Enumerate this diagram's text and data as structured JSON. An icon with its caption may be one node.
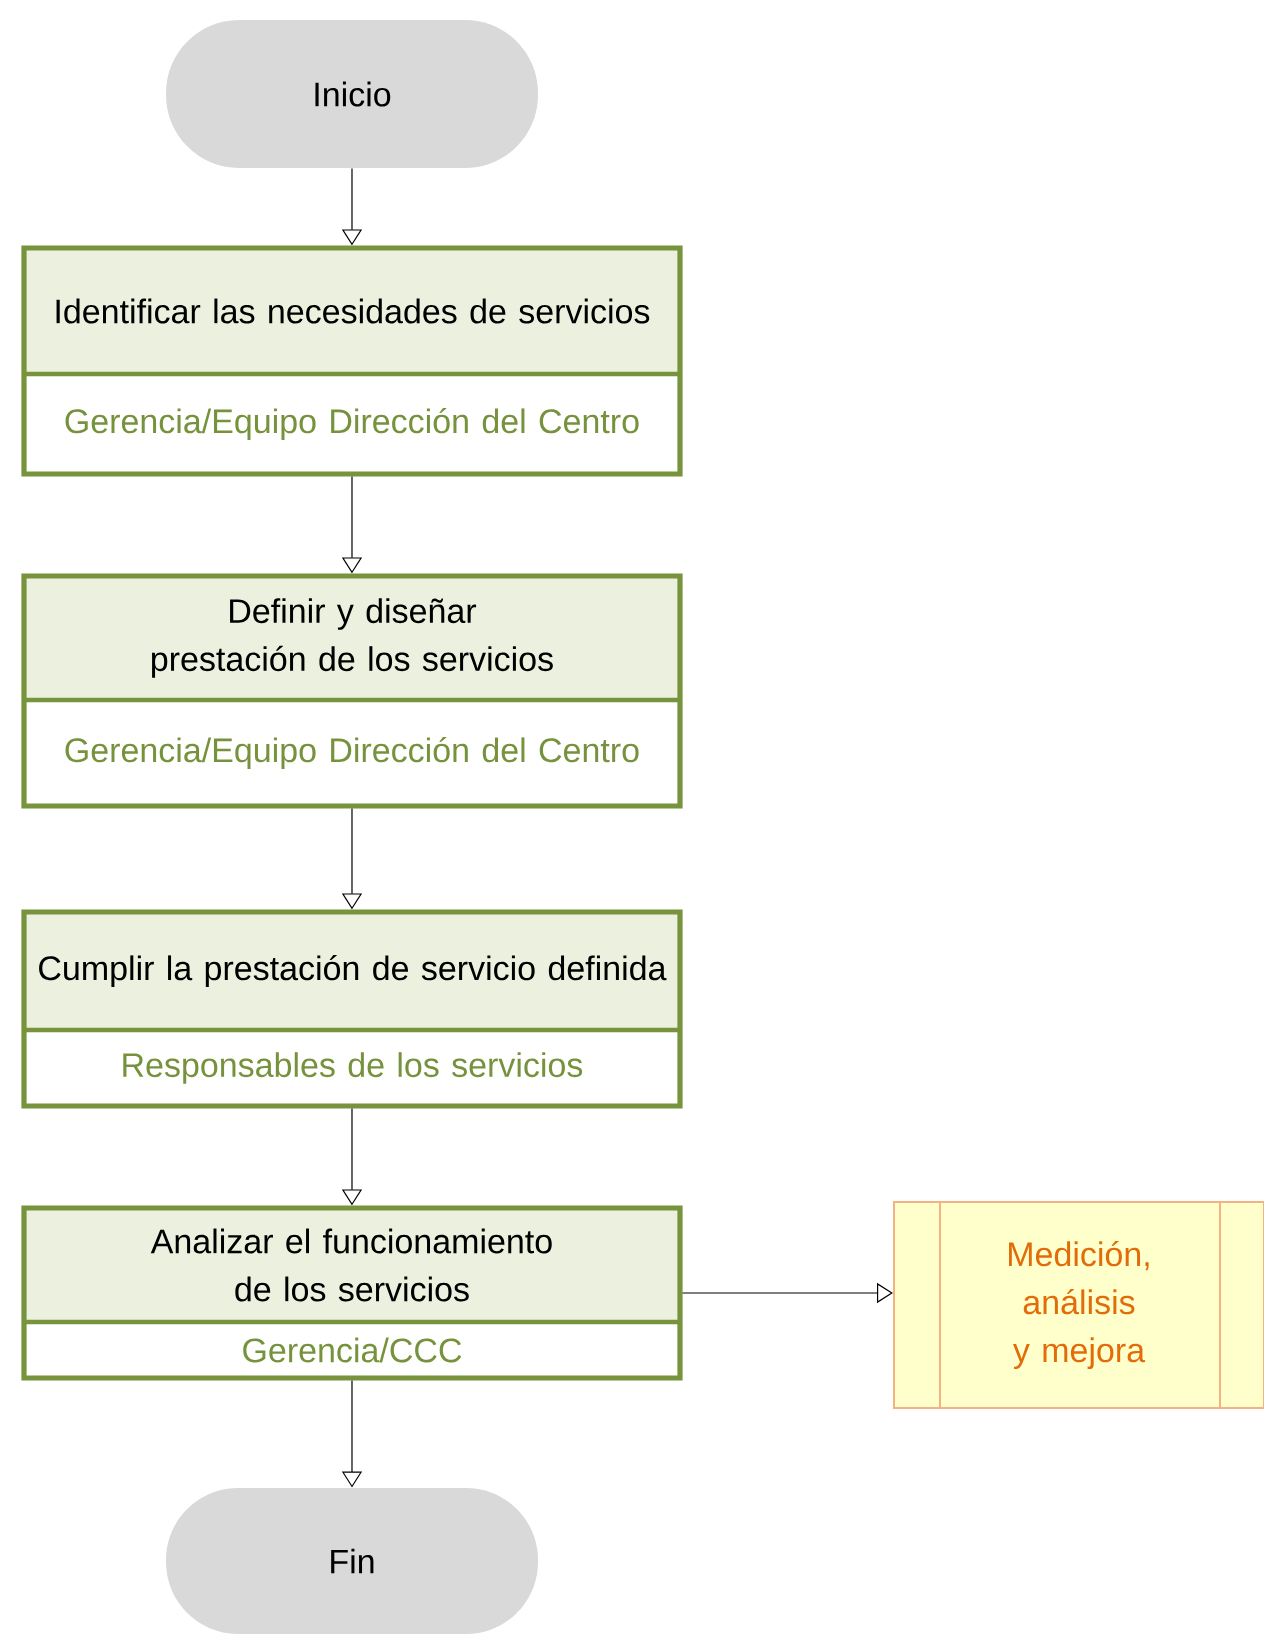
{
  "diagram": {
    "nodes": [
      {
        "text": [
          "Inicio"
        ]
      },
      {
        "text": [
          "Identificar las necesidades de servicios",
          "Gerencia/Equipo Dirección del Centro"
        ]
      },
      {
        "text": [
          "Definir y diseñar prestación de los servicios",
          "Gerencia/Equipo Dirección del Centro"
        ]
      },
      {
        "text": [
          "Cumplir la prestación de servicio definida",
          "Responsables de los servicios"
        ]
      },
      {
        "text": [
          "Analizar el funcionamiento de los servicios",
          "Gerencia/CCC"
        ]
      },
      {
        "text": [
          "Medición, análisis y mejora"
        ]
      },
      {
        "text": [
          "Fin"
        ]
      }
    ],
    "edges": [
      {
        "from": 0,
        "to": 1,
        "arrow": "to"
      },
      {
        "from": 1,
        "to": 2,
        "arrow": "to"
      },
      {
        "from": 2,
        "to": 3,
        "arrow": "to"
      },
      {
        "from": 3,
        "to": 4,
        "arrow": "to"
      },
      {
        "from": 4,
        "to": 5,
        "arrow": "to"
      },
      {
        "from": 4,
        "to": 6,
        "arrow": "to"
      }
    ]
  }
}
